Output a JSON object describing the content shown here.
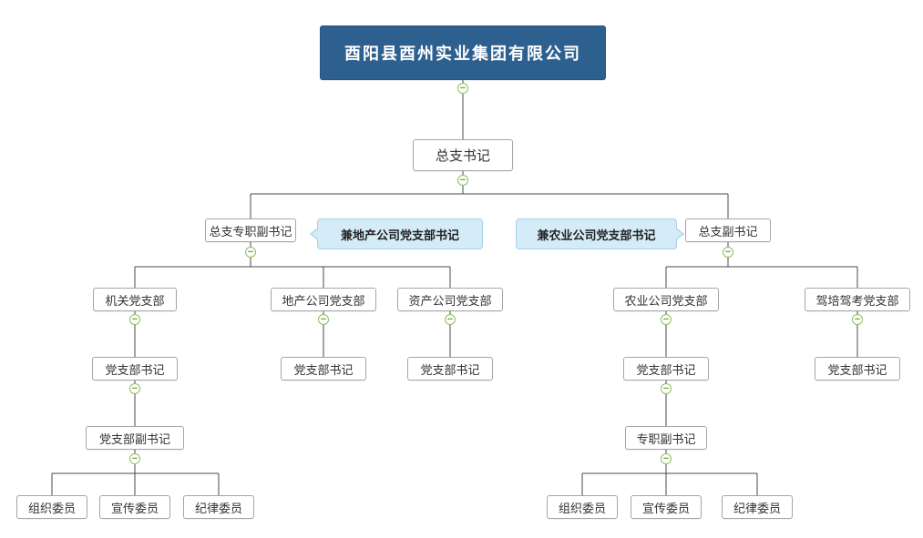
{
  "diagram": {
    "type": "org-chart",
    "toggle_glyph": "−",
    "nodes": {
      "company": "酉阳县酉州实业集团有限公司",
      "chief_secretary": "总支书记",
      "full_time_deputy_chief": "总支专职副书记",
      "deputy_chief": "总支副书记",
      "jiguan_branch": "机关党支部",
      "dichan_branch": "地产公司党支部",
      "zichan_branch": "资产公司党支部",
      "nongye_branch": "农业公司党支部",
      "jiapei_branch": "驾培驾考党支部",
      "branch_secretary": "党支部书记",
      "branch_deputy_secretary": "党支部副书记",
      "full_time_deputy_secretary": "专职副书记",
      "organization_member": "组织委员",
      "publicity_member": "宣传委员",
      "discipline_member": "纪律委员"
    },
    "callouts": {
      "left": "兼地产公司党支部书记",
      "right": "兼农业公司党支部书记"
    },
    "structure": [
      {
        "parent": "company",
        "children": [
          "chief_secretary"
        ]
      },
      {
        "parent": "chief_secretary",
        "children": [
          "full_time_deputy_chief",
          "deputy_chief"
        ]
      },
      {
        "parent": "full_time_deputy_chief",
        "children": [
          "jiguan_branch",
          "dichan_branch",
          "zichan_branch"
        ]
      },
      {
        "parent": "deputy_chief",
        "children": [
          "nongye_branch",
          "jiapei_branch"
        ]
      },
      {
        "parent": "jiguan_branch",
        "children": [
          "branch_secretary"
        ]
      },
      {
        "parent": "dichan_branch",
        "children": [
          "branch_secretary"
        ]
      },
      {
        "parent": "zichan_branch",
        "children": [
          "branch_secretary"
        ]
      },
      {
        "parent": "nongye_branch",
        "children": [
          "branch_secretary"
        ]
      },
      {
        "parent": "jiapei_branch",
        "children": [
          "branch_secretary"
        ]
      },
      {
        "parent": "branch_secretary(jiguan)",
        "children": [
          "branch_deputy_secretary"
        ]
      },
      {
        "parent": "branch_deputy_secretary",
        "children": [
          "organization_member",
          "publicity_member",
          "discipline_member"
        ]
      },
      {
        "parent": "branch_secretary(nongye)",
        "children": [
          "full_time_deputy_secretary"
        ]
      },
      {
        "parent": "full_time_deputy_secretary",
        "children": [
          "organization_member",
          "publicity_member",
          "discipline_member"
        ]
      }
    ],
    "colors": {
      "root_background": "#2e608f",
      "root_text": "#ffffff",
      "node_background": "#ffffff",
      "node_border": "#a6a6a6",
      "node_text": "#333333",
      "connector": "#4a4a4a",
      "toggle_border": "#8cc152",
      "toggle_glyph_color": "#6fa045",
      "callout_background": "#d5ecf8",
      "callout_border": "#a5d2e8",
      "callout_text": "#222222"
    }
  }
}
